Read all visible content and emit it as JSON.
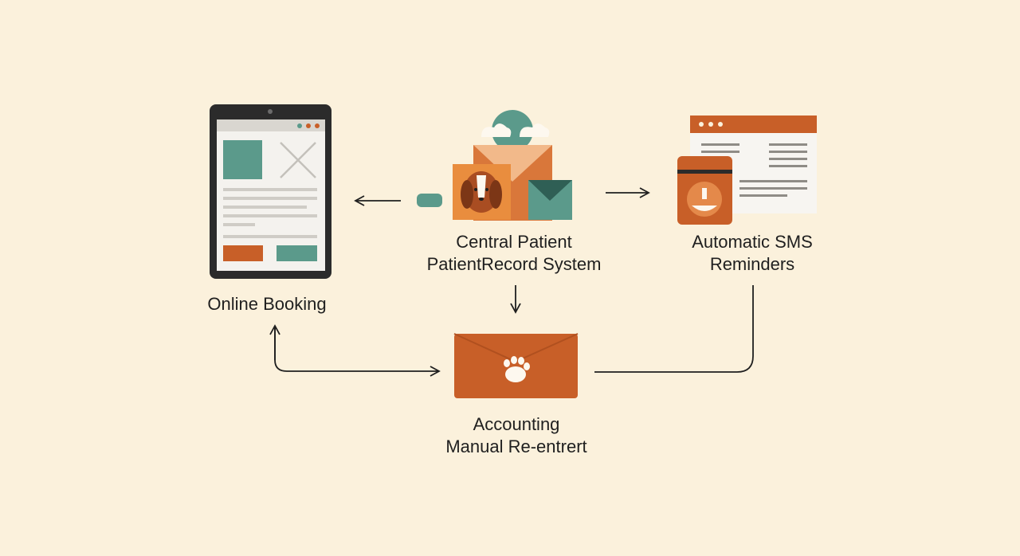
{
  "nodes": {
    "online_booking": {
      "label": "Online Booking"
    },
    "central_system": {
      "label_line1": "Central Patient",
      "label_line2": "PatientRecord System"
    },
    "sms_reminders": {
      "label_line1": "Automatic SMS",
      "label_line2": "Reminders"
    },
    "accounting": {
      "label_line1": "Accounting",
      "label_line2": "Manual Re-entrert"
    }
  },
  "colors": {
    "background": "#fbf1dc",
    "orange": "#c85f28",
    "teal": "#5b9a8b",
    "dark": "#2b2b2b",
    "peach": "#f2b98a"
  },
  "icons": [
    "tablet-icon",
    "envelope-dog-icon",
    "browser-window-icon",
    "paw-icon"
  ]
}
